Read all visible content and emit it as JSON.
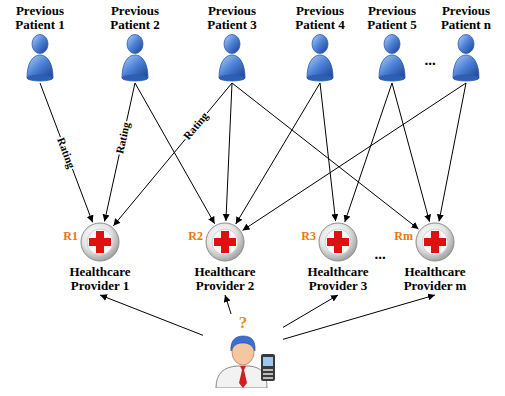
{
  "diagram": {
    "nodes": [
      {
        "text": [
          "Previous Patient 1"
        ]
      },
      {
        "text": [
          "Previous Patient 2"
        ]
      },
      {
        "text": [
          "Previous Patient 3"
        ]
      },
      {
        "text": [
          "Previous Patient 4"
        ]
      },
      {
        "text": [
          "Previous Patient 5"
        ]
      },
      {
        "text": [
          "Previous Patient n"
        ]
      },
      {
        "text": [
          "R1",
          "Healthcare Provider 1"
        ]
      },
      {
        "text": [
          "R2",
          "Healthcare Provider 2"
        ]
      },
      {
        "text": [
          "R3",
          "Healthcare Provider 3"
        ]
      },
      {
        "text": [
          "Rm",
          "Healthcare Provider m"
        ]
      },
      {
        "text": [
          "?"
        ]
      }
    ],
    "edges": [
      {
        "from": 0,
        "to": 6,
        "arrow": "to",
        "label": "Rating"
      },
      {
        "from": 1,
        "to": 6,
        "arrow": "to",
        "label": "Rating"
      },
      {
        "from": 1,
        "to": 7,
        "arrow": "to"
      },
      {
        "from": 2,
        "to": 6,
        "arrow": "to",
        "label": "Rating"
      },
      {
        "from": 2,
        "to": 7,
        "arrow": "to"
      },
      {
        "from": 2,
        "to": 9,
        "arrow": "to"
      },
      {
        "from": 3,
        "to": 7,
        "arrow": "to"
      },
      {
        "from": 3,
        "to": 8,
        "arrow": "to"
      },
      {
        "from": 4,
        "to": 8,
        "arrow": "to"
      },
      {
        "from": 4,
        "to": 9,
        "arrow": "to"
      },
      {
        "from": 5,
        "to": 7,
        "arrow": "to"
      },
      {
        "from": 5,
        "to": 9,
        "arrow": "to"
      },
      {
        "from": 10,
        "to": 6,
        "arrow": "to"
      },
      {
        "from": 10,
        "to": 7,
        "arrow": "to"
      },
      {
        "from": 10,
        "to": 8,
        "arrow": "to"
      },
      {
        "from": 10,
        "to": 9,
        "arrow": "to"
      }
    ],
    "labels": [
      "...",
      "..."
    ]
  }
}
